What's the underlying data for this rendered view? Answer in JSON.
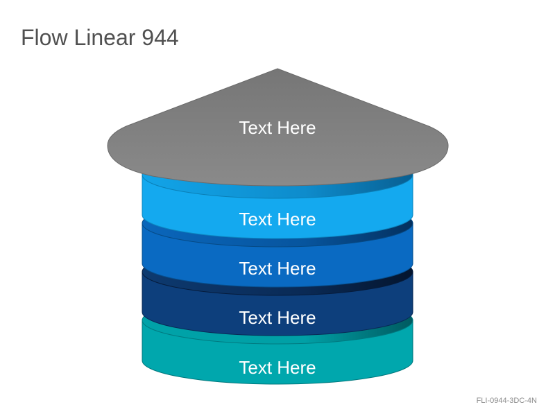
{
  "title": "Flow Linear 944",
  "footer_code": "FLI-0944-3DC-4N",
  "colors": {
    "roof": "#808080",
    "layer1": "#14a9ef",
    "layer2": "#0a6ac2",
    "layer3": "#0d3f7c",
    "layer4": "#00a7ad"
  },
  "roof": {
    "label": "Text Here"
  },
  "layers": [
    {
      "label": "Text Here"
    },
    {
      "label": "Text Here"
    },
    {
      "label": "Text Here"
    },
    {
      "label": "Text Here"
    }
  ]
}
